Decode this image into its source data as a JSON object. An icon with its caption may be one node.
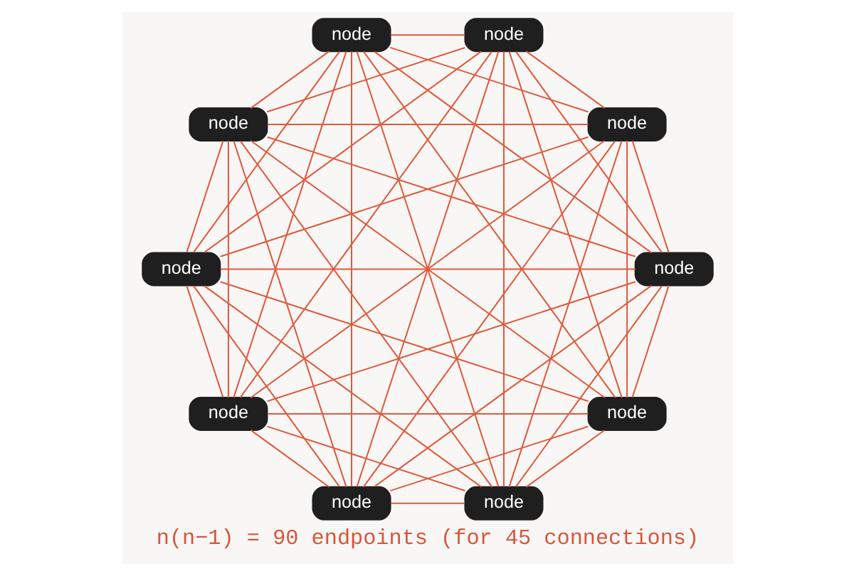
{
  "diagram": {
    "caption": "n(n−1) = 90 endpoints (for 45 connections)",
    "nodes": [
      {
        "text": [
          "node"
        ]
      },
      {
        "text": [
          "node"
        ]
      },
      {
        "text": [
          "node"
        ]
      },
      {
        "text": [
          "node"
        ]
      },
      {
        "text": [
          "node"
        ]
      },
      {
        "text": [
          "node"
        ]
      },
      {
        "text": [
          "node"
        ]
      },
      {
        "text": [
          "node"
        ]
      },
      {
        "text": [
          "node"
        ]
      },
      {
        "text": [
          "node"
        ]
      }
    ],
    "edges": [
      {
        "from": 0,
        "to": 1,
        "arrow": "none"
      },
      {
        "from": 0,
        "to": 2,
        "arrow": "none"
      },
      {
        "from": 0,
        "to": 3,
        "arrow": "none"
      },
      {
        "from": 0,
        "to": 4,
        "arrow": "none"
      },
      {
        "from": 0,
        "to": 5,
        "arrow": "none"
      },
      {
        "from": 0,
        "to": 6,
        "arrow": "none"
      },
      {
        "from": 0,
        "to": 7,
        "arrow": "none"
      },
      {
        "from": 0,
        "to": 8,
        "arrow": "none"
      },
      {
        "from": 0,
        "to": 9,
        "arrow": "none"
      },
      {
        "from": 1,
        "to": 2,
        "arrow": "none"
      },
      {
        "from": 1,
        "to": 3,
        "arrow": "none"
      },
      {
        "from": 1,
        "to": 4,
        "arrow": "none"
      },
      {
        "from": 1,
        "to": 5,
        "arrow": "none"
      },
      {
        "from": 1,
        "to": 6,
        "arrow": "none"
      },
      {
        "from": 1,
        "to": 7,
        "arrow": "none"
      },
      {
        "from": 1,
        "to": 8,
        "arrow": "none"
      },
      {
        "from": 1,
        "to": 9,
        "arrow": "none"
      },
      {
        "from": 2,
        "to": 3,
        "arrow": "none"
      },
      {
        "from": 2,
        "to": 4,
        "arrow": "none"
      },
      {
        "from": 2,
        "to": 5,
        "arrow": "none"
      },
      {
        "from": 2,
        "to": 6,
        "arrow": "none"
      },
      {
        "from": 2,
        "to": 7,
        "arrow": "none"
      },
      {
        "from": 2,
        "to": 8,
        "arrow": "none"
      },
      {
        "from": 2,
        "to": 9,
        "arrow": "none"
      },
      {
        "from": 3,
        "to": 4,
        "arrow": "none"
      },
      {
        "from": 3,
        "to": 5,
        "arrow": "none"
      },
      {
        "from": 3,
        "to": 6,
        "arrow": "none"
      },
      {
        "from": 3,
        "to": 7,
        "arrow": "none"
      },
      {
        "from": 3,
        "to": 8,
        "arrow": "none"
      },
      {
        "from": 3,
        "to": 9,
        "arrow": "none"
      },
      {
        "from": 4,
        "to": 5,
        "arrow": "none"
      },
      {
        "from": 4,
        "to": 6,
        "arrow": "none"
      },
      {
        "from": 4,
        "to": 7,
        "arrow": "none"
      },
      {
        "from": 4,
        "to": 8,
        "arrow": "none"
      },
      {
        "from": 4,
        "to": 9,
        "arrow": "none"
      },
      {
        "from": 5,
        "to": 6,
        "arrow": "none"
      },
      {
        "from": 5,
        "to": 7,
        "arrow": "none"
      },
      {
        "from": 5,
        "to": 8,
        "arrow": "none"
      },
      {
        "from": 5,
        "to": 9,
        "arrow": "none"
      },
      {
        "from": 6,
        "to": 7,
        "arrow": "none"
      },
      {
        "from": 6,
        "to": 8,
        "arrow": "none"
      },
      {
        "from": 6,
        "to": 9,
        "arrow": "none"
      },
      {
        "from": 7,
        "to": 8,
        "arrow": "none"
      },
      {
        "from": 7,
        "to": 9,
        "arrow": "none"
      },
      {
        "from": 8,
        "to": 9,
        "arrow": "none"
      }
    ]
  }
}
